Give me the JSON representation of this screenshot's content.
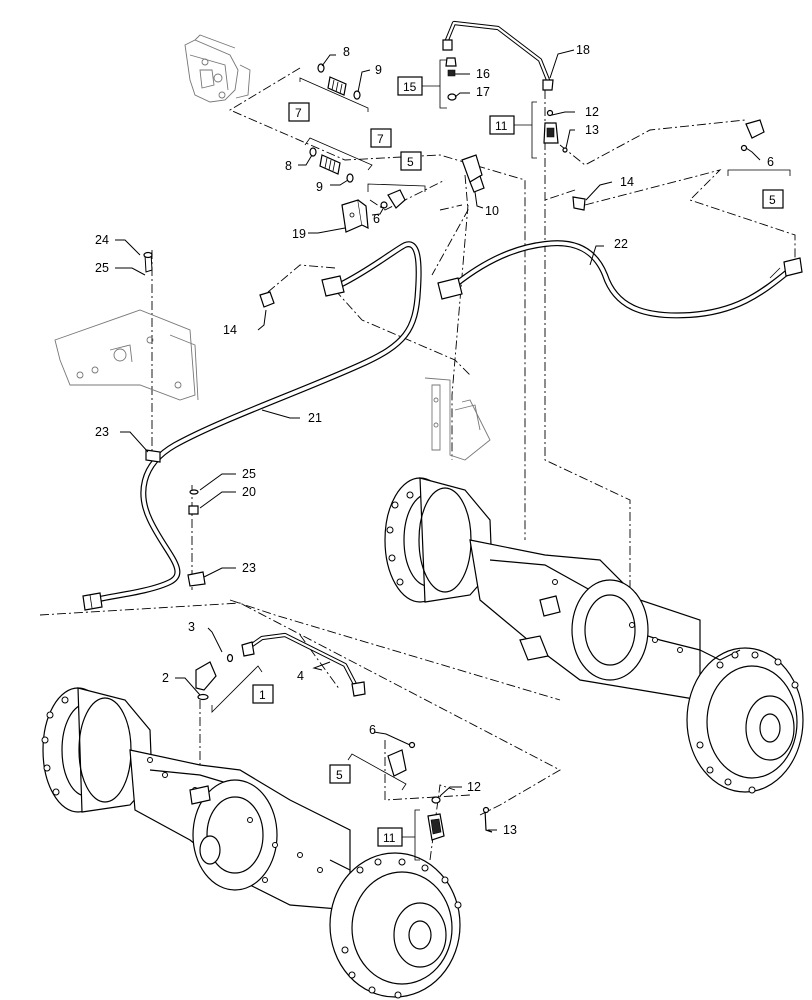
{
  "diagram": {
    "callouts": [
      {
        "id": "c1",
        "label": "1"
      },
      {
        "id": "c2",
        "label": "2"
      },
      {
        "id": "c3",
        "label": "3"
      },
      {
        "id": "c4",
        "label": "4"
      },
      {
        "id": "c5a",
        "label": "5"
      },
      {
        "id": "c5b",
        "label": "5"
      },
      {
        "id": "c5c",
        "label": "5"
      },
      {
        "id": "c6a",
        "label": "6"
      },
      {
        "id": "c6b",
        "label": "6"
      },
      {
        "id": "c6c",
        "label": "6"
      },
      {
        "id": "c7a",
        "label": "7"
      },
      {
        "id": "c7b",
        "label": "7"
      },
      {
        "id": "c8a",
        "label": "8"
      },
      {
        "id": "c8b",
        "label": "8"
      },
      {
        "id": "c9a",
        "label": "9"
      },
      {
        "id": "c9b",
        "label": "9"
      },
      {
        "id": "c10",
        "label": "10"
      },
      {
        "id": "c11a",
        "label": "11"
      },
      {
        "id": "c11b",
        "label": "11"
      },
      {
        "id": "c12a",
        "label": "12"
      },
      {
        "id": "c12b",
        "label": "12"
      },
      {
        "id": "c13a",
        "label": "13"
      },
      {
        "id": "c13b",
        "label": "13"
      },
      {
        "id": "c14a",
        "label": "14"
      },
      {
        "id": "c14b",
        "label": "14"
      },
      {
        "id": "c15",
        "label": "15"
      },
      {
        "id": "c16",
        "label": "16"
      },
      {
        "id": "c17",
        "label": "17"
      },
      {
        "id": "c18",
        "label": "18"
      },
      {
        "id": "c19",
        "label": "19"
      },
      {
        "id": "c20",
        "label": "20"
      },
      {
        "id": "c21",
        "label": "21"
      },
      {
        "id": "c22",
        "label": "22"
      },
      {
        "id": "c23a",
        "label": "23"
      },
      {
        "id": "c23b",
        "label": "23"
      },
      {
        "id": "c24",
        "label": "24"
      },
      {
        "id": "c25a",
        "label": "25"
      },
      {
        "id": "c25b",
        "label": "25"
      }
    ]
  }
}
